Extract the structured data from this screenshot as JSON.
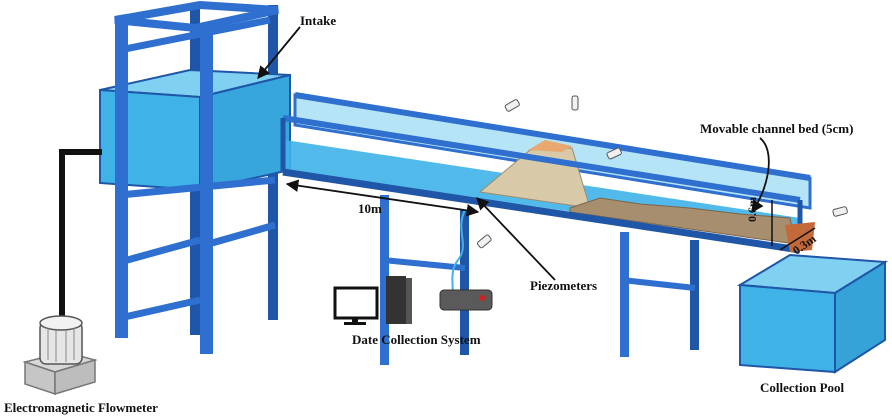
{
  "labels": {
    "intake": "Intake",
    "movable_bed": "Movable channel bed (5cm)",
    "length": "10m",
    "depth": "0.6m",
    "width": "0.3m",
    "piezometers": "Piezometers",
    "data_system": "Date Collection System",
    "collection_pool": "Collection Pool",
    "flowmeter": "Electromagnetic Flowmeter"
  },
  "colors": {
    "frame": "#2e6fcf",
    "frame_dark": "#1f56a8",
    "water": "#3fb3e8",
    "water_light": "#9fdcf5",
    "sand": "#a68e6e",
    "dam": "#d8c9a8",
    "device": "#555555"
  }
}
